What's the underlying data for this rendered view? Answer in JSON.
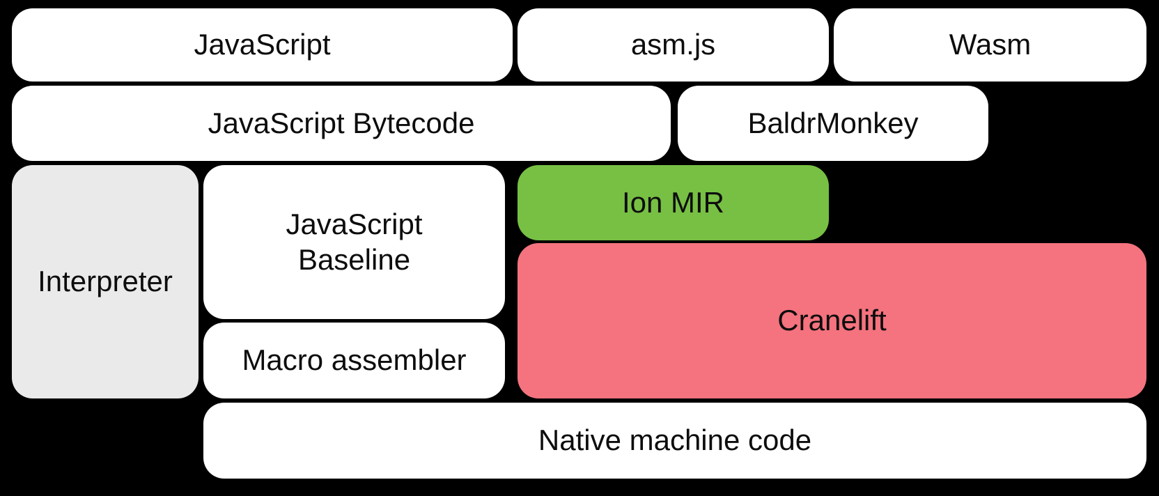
{
  "colors": {
    "background": "#000000",
    "box_default": "#FFFFFF",
    "box_interpreter": "#EAEAEA",
    "box_ion_mir": "#77C044",
    "box_cranelift": "#F4737E",
    "text": "#0D0D0D"
  },
  "nodes": {
    "javascript": {
      "label": "JavaScript"
    },
    "asmjs": {
      "label": "asm.js"
    },
    "wasm": {
      "label": "Wasm"
    },
    "bytecode": {
      "label": "JavaScript Bytecode"
    },
    "baldrmonkey": {
      "label": "BaldrMonkey"
    },
    "interpreter": {
      "label": "Interpreter"
    },
    "baseline": {
      "label": "JavaScript Baseline"
    },
    "ionmir": {
      "label": "Ion MIR"
    },
    "cranelift": {
      "label": "Cranelift"
    },
    "macroassembler": {
      "label": "Macro assembler"
    },
    "native": {
      "label": "Native machine code"
    }
  }
}
